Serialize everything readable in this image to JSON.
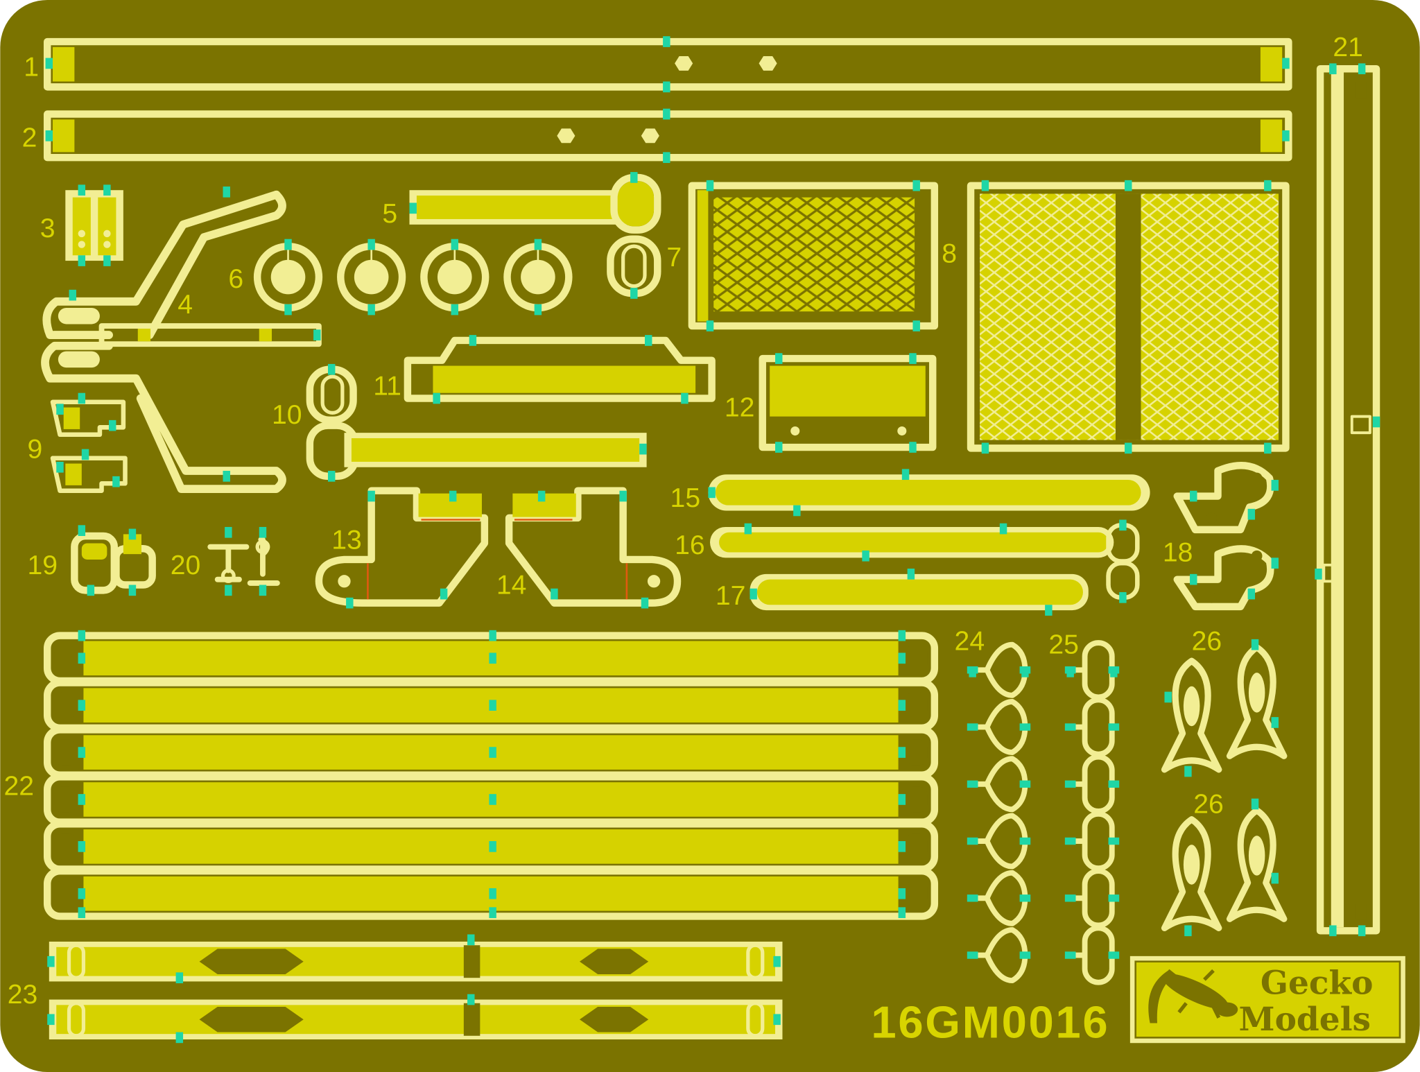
{
  "fret": {
    "product_code": "16GM0016",
    "brand": {
      "line1": "Gecko",
      "line2": "Models"
    },
    "part_labels": [
      "1",
      "2",
      "3",
      "4",
      "5",
      "6",
      "7",
      "8",
      "9",
      "10",
      "11",
      "12",
      "13",
      "14",
      "15",
      "16",
      "17",
      "18",
      "19",
      "20",
      "21",
      "22",
      "23",
      "24",
      "25",
      "26",
      "26"
    ]
  },
  "colors": {
    "sheet": "#7b7300",
    "part_outline": "#f2ee94",
    "part_fill": "#d6d200",
    "gate": "#1fd6a6",
    "fold_line": "#e05a10"
  }
}
